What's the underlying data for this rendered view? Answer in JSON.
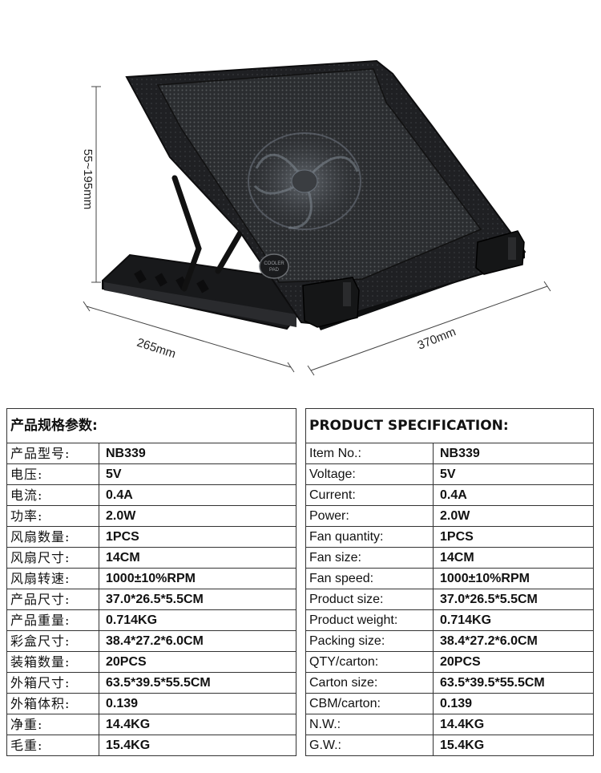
{
  "dimensions": {
    "height": "55~195mm",
    "depth": "265mm",
    "width": "370mm"
  },
  "product": {
    "badge_line1": "COOLER",
    "badge_line2": "PAD"
  },
  "cn_spec": {
    "title": "产品规格参数:",
    "rows": [
      {
        "k": "产品型号:",
        "v": "NB339"
      },
      {
        "k": "电压:",
        "v": "5V"
      },
      {
        "k": "电流:",
        "v": "0.4A"
      },
      {
        "k": "功率:",
        "v": "2.0W"
      },
      {
        "k": "风扇数量:",
        "v": "1PCS"
      },
      {
        "k": "风扇尺寸:",
        "v": "14CM"
      },
      {
        "k": "风扇转速:",
        "v": "1000±10%RPM"
      },
      {
        "k": "产品尺寸:",
        "v": "37.0*26.5*5.5CM"
      },
      {
        "k": "产品重量:",
        "v": "0.714KG"
      },
      {
        "k": "彩盒尺寸:",
        "v": "38.4*27.2*6.0CM"
      },
      {
        "k": "装箱数量:",
        "v": "20PCS"
      },
      {
        "k": "外箱尺寸:",
        "v": "63.5*39.5*55.5CM"
      },
      {
        "k": "外箱体积:",
        "v": "0.139"
      },
      {
        "k": "净重:",
        "v": "14.4KG"
      },
      {
        "k": "毛重:",
        "v": "15.4KG"
      }
    ]
  },
  "en_spec": {
    "title": "PRODUCT SPECIFICATION:",
    "rows": [
      {
        "k": "Item No.:",
        "v": "NB339"
      },
      {
        "k": "Voltage:",
        "v": "5V"
      },
      {
        "k": "Current:",
        "v": "0.4A"
      },
      {
        "k": "Power:",
        "v": "2.0W"
      },
      {
        "k": "Fan quantity:",
        "v": "1PCS"
      },
      {
        "k": "Fan size:",
        "v": "14CM"
      },
      {
        "k": "Fan speed:",
        "v": "1000±10%RPM"
      },
      {
        "k": "Product size:",
        "v": "37.0*26.5*5.5CM"
      },
      {
        "k": "Product weight:",
        "v": "0.714KG"
      },
      {
        "k": "Packing size:",
        "v": "38.4*27.2*6.0CM"
      },
      {
        "k": "QTY/carton:",
        "v": "20PCS"
      },
      {
        "k": "Carton size:",
        "v": "63.5*39.5*55.5CM"
      },
      {
        "k": "CBM/carton:",
        "v": "0.139"
      },
      {
        "k": "N.W.:",
        "v": "14.4KG"
      },
      {
        "k": "G.W.:",
        "v": "15.4KG"
      }
    ]
  }
}
